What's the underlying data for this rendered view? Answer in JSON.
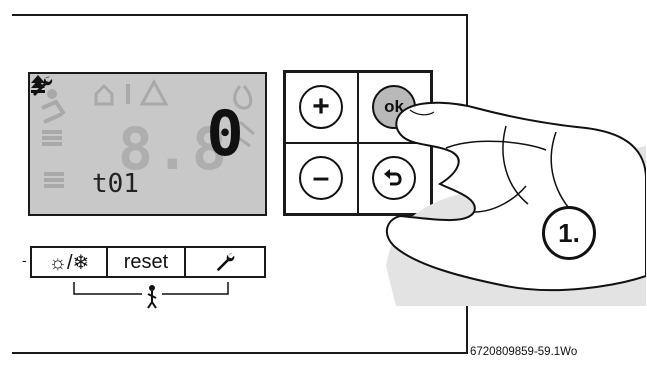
{
  "display": {
    "main_digit": "0",
    "ghost_digits": "8.8",
    "code": "t01",
    "service_icon": "wrench-icon",
    "arrow_icon": "chimney-up-arrow-icon"
  },
  "keypad": {
    "plus": "+",
    "ok": "ok",
    "minus": "–",
    "back": "back-arrow-icon"
  },
  "buttons": {
    "mode_label": "☼/❄",
    "reset_label": "reset",
    "service_icon": "wrench-icon"
  },
  "step_label": "1.",
  "caption": "6720809859-59.1Wo"
}
